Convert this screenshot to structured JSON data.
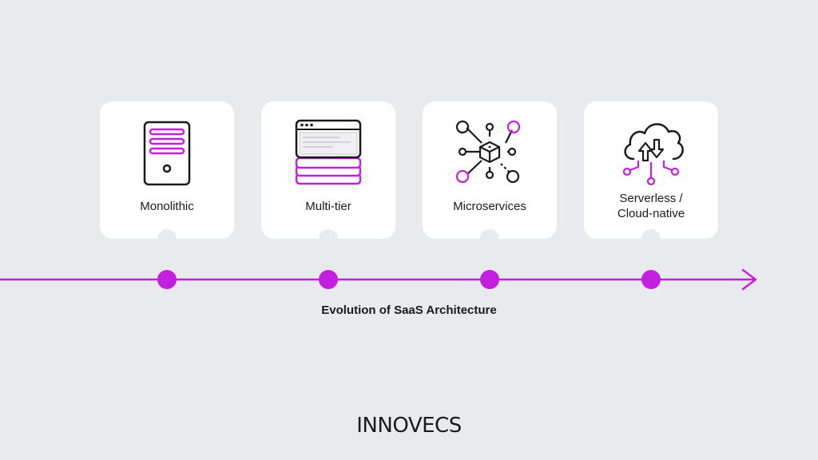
{
  "colors": {
    "background": "#e8eaee",
    "accent": "#c41fe0",
    "ink": "#1a1a1a",
    "card": "#ffffff"
  },
  "stages": [
    {
      "label": "Monolithic",
      "icon": "server-tower-icon"
    },
    {
      "label": "Multi-tier",
      "icon": "layered-window-icon"
    },
    {
      "label": "Microservices",
      "icon": "microservices-network-icon"
    },
    {
      "label": "Serverless /\nCloud-native",
      "icon": "cloud-sync-icon"
    }
  ],
  "caption": "Evolution of SaaS Architecture",
  "brand": "INNOVECS"
}
